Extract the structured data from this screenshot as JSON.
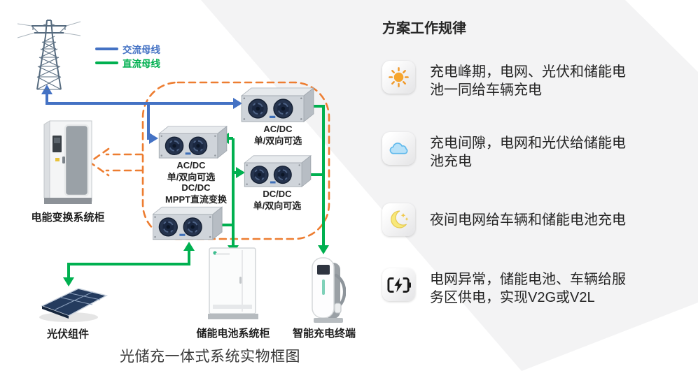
{
  "legend": {
    "ac": "交流母线",
    "dc": "直流母线"
  },
  "diagram": {
    "caption": "光储充一体式系统实物框图",
    "labels": {
      "pcs_cabinet": "电能变换系统柜",
      "pv": "光伏组件",
      "battery": "储能电池系统柜",
      "charger": "智能充电终端"
    },
    "modules": [
      {
        "line1": "AC/DC",
        "line2": "单/双向可选"
      },
      {
        "line1": "AC/DC",
        "line2": "单/双向可选"
      },
      {
        "line1": "DC/DC",
        "line2": "单/双向可选"
      },
      {
        "line1": "DC/DC",
        "line2": "MPPT直流变换"
      }
    ]
  },
  "panel": {
    "title": "方案工作规律",
    "items": [
      {
        "icon": "sun-icon",
        "text": "充电峰期，电网、光伏和储能电池一同给车辆充电"
      },
      {
        "icon": "cloud-icon",
        "text": "充电间隙，电网和光伏给储能电池充电"
      },
      {
        "icon": "moon-icon",
        "text": "夜间电网给车辆和储能电池充电"
      },
      {
        "icon": "battery-charge-icon",
        "text": "电网异常，储能电池、车辆给服务区供电，实现V2G或V2L"
      }
    ]
  },
  "colors": {
    "ac_bus": "#4472C4",
    "dc_bus": "#00B050",
    "dashed_box": "#ED7D31",
    "panel_bg": "#F3F3F4"
  }
}
